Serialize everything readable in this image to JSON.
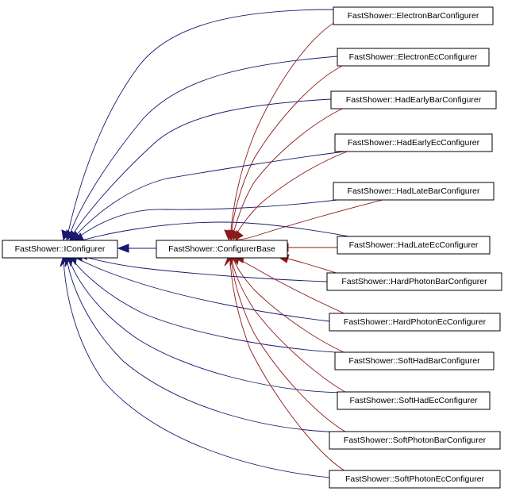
{
  "nodes": {
    "iconfigurer": "FastShower::IConfigurer",
    "configurer_base": "FastShower::ConfigurerBase",
    "derived": [
      "FastShower::ElectronBarConfigurer",
      "FastShower::ElectronEcConfigurer",
      "FastShower::HadEarlyBarConfigurer",
      "FastShower::HadEarlyEcConfigurer",
      "FastShower::HadLateBarConfigurer",
      "FastShower::HadLateEcConfigurer",
      "FastShower::HardPhotonBarConfigurer",
      "FastShower::HardPhotonEcConfigurer",
      "FastShower::SoftHadBarConfigurer",
      "FastShower::SoftHadEcConfigurer",
      "FastShower::SoftPhotonBarConfigurer",
      "FastShower::SoftPhotonEcConfigurer"
    ]
  },
  "colors": {
    "interface_edge": "#191970",
    "base_edge": "#8b1a1a"
  }
}
